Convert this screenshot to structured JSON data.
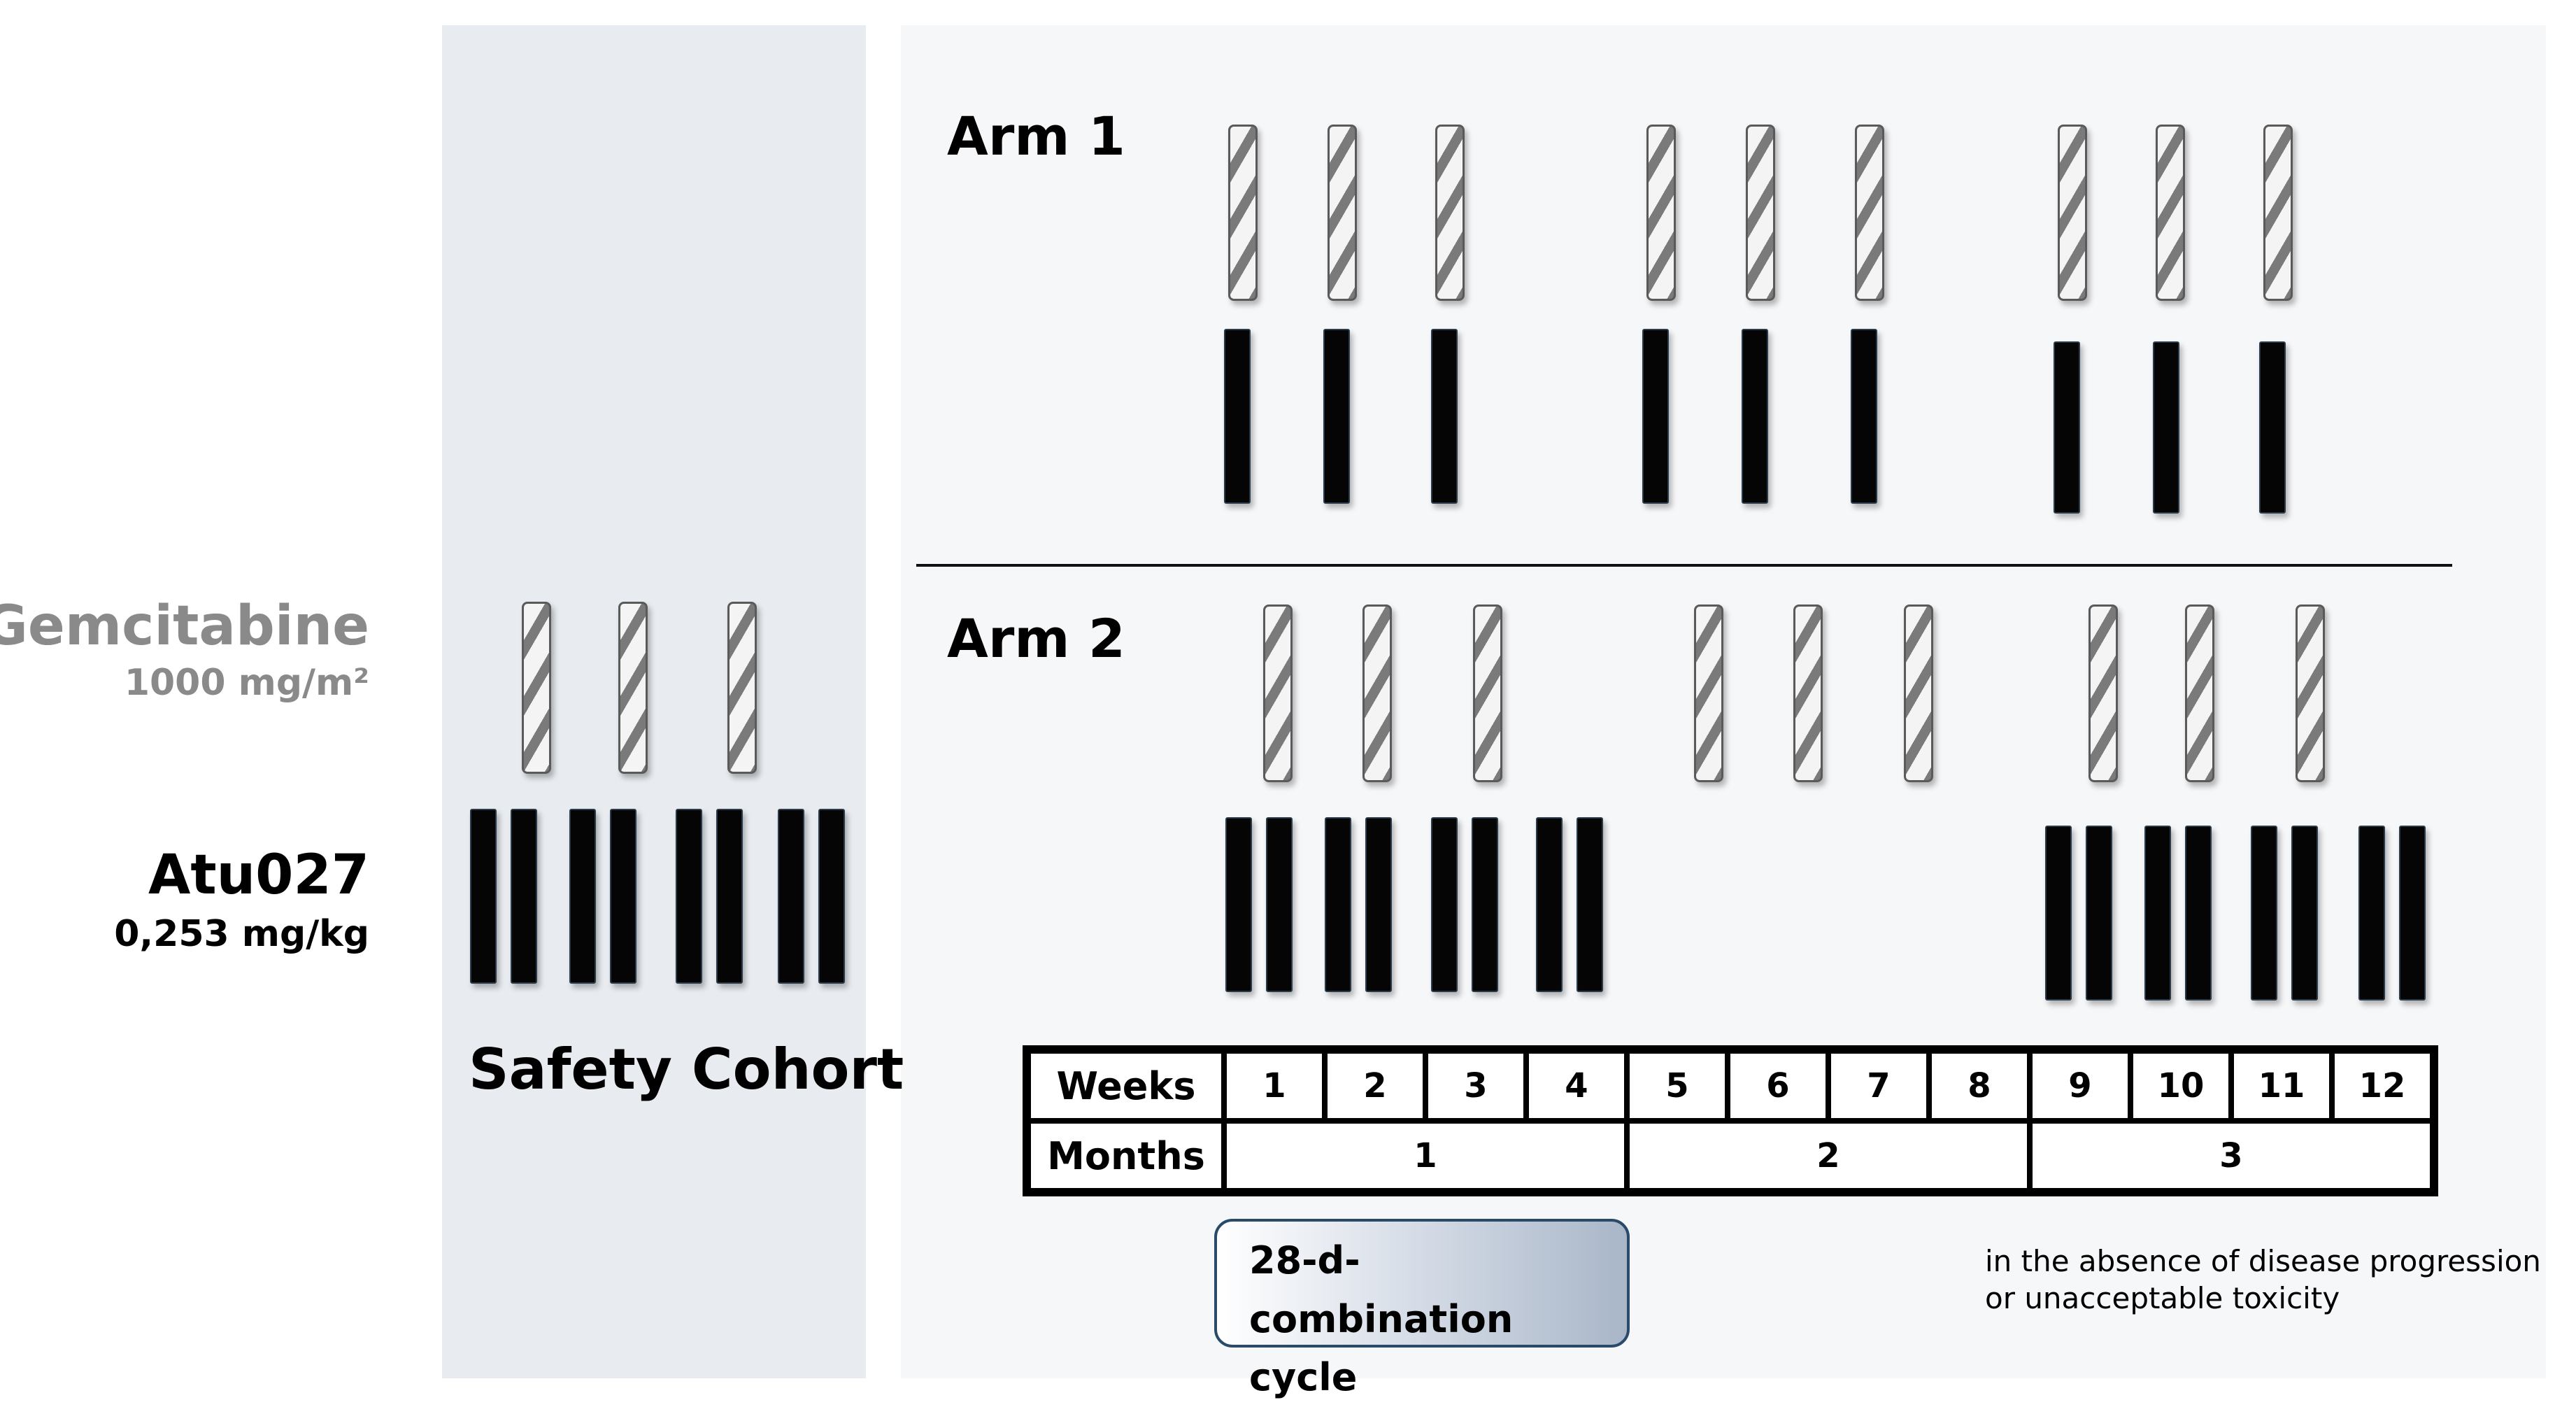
{
  "legend": {
    "gemcitabine_name": "Gemcitabine",
    "gemcitabine_dose": "1000 mg/m²",
    "atu027_name": "Atu027",
    "atu027_dose": "0,253 mg/kg"
  },
  "safety_cohort": {
    "title": "Safety Cohort"
  },
  "arms": {
    "arm1_title": "Arm 1",
    "arm2_title": "Arm 2"
  },
  "timeline": {
    "weeks_label": "Weeks",
    "months_label": "Months",
    "weeks": [
      "1",
      "2",
      "3",
      "4",
      "5",
      "6",
      "7",
      "8",
      "9",
      "10",
      "11",
      "12"
    ],
    "months": [
      "1",
      "2",
      "3"
    ]
  },
  "cycle_box": {
    "line1": "28-d-combination",
    "line2": "cycle"
  },
  "note": {
    "line1": "in the absence of disease progression",
    "line2": "or unacceptable toxicity"
  },
  "colors": {
    "safety_panel": "#e8ecf0",
    "arms_panel": "#f6f7f9",
    "legend_gray": "#8a8a8a",
    "bar_black": "#050505"
  },
  "icons": {
    "gemcitabine": "striped-infusion-bar",
    "atu027": "solid-black-bar"
  }
}
